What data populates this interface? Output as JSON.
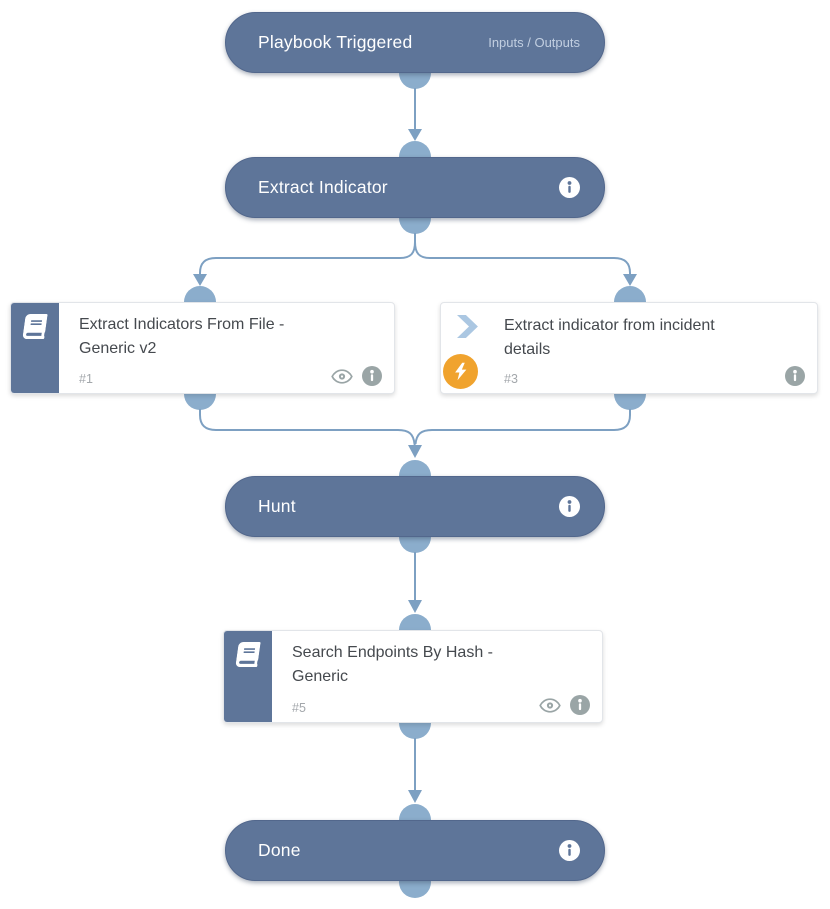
{
  "colors": {
    "node_bg": "#5e7599",
    "node_border": "#52678c",
    "connector": "#8badcc",
    "line": "#7da0c2",
    "card_border": "#e2e5e9",
    "card_title": "#45494e",
    "task_id": "#a3a7ab",
    "icon_gray": "#9aa5a6",
    "bolt_orange": "#f0a32e",
    "chevron_blue": "#abc7e2",
    "io_label": "#c2cfe1"
  },
  "trigger": {
    "label": "Playbook Triggered",
    "io_label": "Inputs / Outputs"
  },
  "sections": [
    {
      "label": "Extract Indicator"
    },
    {
      "label": "Hunt"
    },
    {
      "label": "Done"
    }
  ],
  "tasks": [
    {
      "title": "Extract Indicators From File - Generic v2",
      "id": "#1",
      "kind": "sub-playbook",
      "icons": [
        "book-icon",
        "eye-icon",
        "info-icon"
      ]
    },
    {
      "title": "Extract indicator from incident details",
      "id": "#3",
      "kind": "automation",
      "icons": [
        "chevron-right-icon",
        "lightning-icon",
        "info-icon"
      ]
    },
    {
      "title": "Search Endpoints By Hash - Generic",
      "id": "#5",
      "kind": "sub-playbook",
      "icons": [
        "book-icon",
        "eye-icon",
        "info-icon"
      ]
    }
  ]
}
